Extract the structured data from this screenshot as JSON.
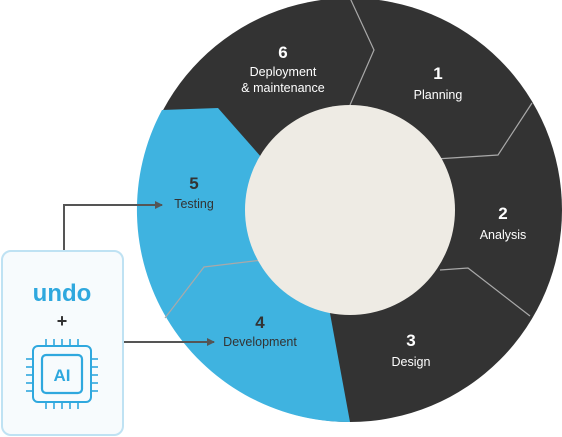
{
  "phases": [
    {
      "number": "1",
      "label_lines": [
        "Planning"
      ]
    },
    {
      "number": "2",
      "label_lines": [
        "Analysis"
      ]
    },
    {
      "number": "3",
      "label_lines": [
        "Design"
      ]
    },
    {
      "number": "4",
      "label_lines": [
        "Development"
      ]
    },
    {
      "number": "5",
      "label_lines": [
        "Testing"
      ]
    },
    {
      "number": "6",
      "label_lines": [
        "Deployment",
        "& maintenance"
      ]
    }
  ],
  "tool_box": {
    "brand": "undo",
    "plus": "+",
    "chip_label": "AI"
  },
  "colors": {
    "dark_segment": "#333333",
    "highlight_segment": "#3fb3e0",
    "center": "#eeebe4",
    "box_border": "#bfe2f3",
    "box_fill": "#f7fbfd",
    "brand": "#2fa8de",
    "arrow": "#555555"
  }
}
